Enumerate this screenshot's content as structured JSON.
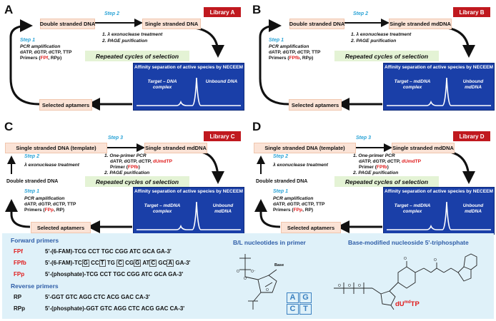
{
  "colors": {
    "library": "#c0191f",
    "step": "#2aa3d6",
    "affinity": "#1a3fa8",
    "box": "#fbe3d6",
    "repeat": "#e4f3d5",
    "bottom": "#dff1f9"
  },
  "panels": {
    "A": {
      "letter": "A",
      "library": "Library A",
      "top_left": "Double stranded DNA",
      "top_right": "Single stranded DNA",
      "step2": "Step 2",
      "step2_l1": "1. λ exonuclease treatment",
      "step2_l2": "2. PAGE purification",
      "step1": "Step 1",
      "s1_l1": "PCR amplification",
      "s1_l2": "dATP, dGTP, dCTP, TTP",
      "s1_l3a": "Primers (",
      "s1_l3b": "FPf",
      ", ": "",
      "s1_l3c": ", RPp)",
      "repeat": "Repeated cycles of selection",
      "aff": "Affinity separation of active species by NECEEM",
      "target": "Target – DNA complex",
      "unbound": "Unbound DNA",
      "selected": "Selected aptamers"
    },
    "B": {
      "letter": "B",
      "library": "Library B",
      "top_left": "Double stranded DNA",
      "top_right": "Single stranded mdDNA",
      "step2": "Step 2",
      "step2_l1": "1. λ exonuclease treatment",
      "step2_l2": "2. PAGE purification",
      "step1": "Step 1",
      "s1_l1": "PCR amplification",
      "s1_l2": "dATP, dGTP, dCTP, TTP",
      "s1_l3a": "Primers (",
      "s1_l3b": "FPfb",
      "s1_l3c": ", RPp)",
      "repeat": "Repeated cycles of selection",
      "aff": "Affinity separation of active species by NECEEM",
      "target": "Target – mdDNA complex",
      "unbound": "Unbound mdDNA",
      "selected": "Selected aptamers"
    },
    "C": {
      "letter": "C",
      "library": "Library C",
      "top_left": "Single stranded DNA (template)",
      "top_right": "Single stranded mdDNA",
      "step3": "Step 3",
      "s3_l1": "1. One-primer PCR",
      "s3_l2a": "dATP, dGTP, dCTP, ",
      "s3_l2b": "dUmdTP",
      "s3_l3a": "Primer (",
      "s3_l3b": "FPfb",
      "s3_l3c": ")",
      "s3_l4": "2. PAGE purification",
      "step2": "Step 2",
      "step2_l1": "λ exonuclease treatment",
      "dsdna": "Double stranded DNA",
      "step1": "Step 1",
      "s1_l1": "PCR amplification",
      "s1_l2": "dATP, dGTP, dCTP, TTP",
      "s1_l3a": "Primers (",
      "s1_l3b": "FPp",
      "s1_l3c": ", RP)",
      "repeat": "Repeated cycles of selection",
      "aff": "Affinity separation of active species by NECEEM",
      "target": "Target – mdDNA complex",
      "unbound": "Unbound mdDNA",
      "selected": "Selected aptamers"
    },
    "D": {
      "letter": "D",
      "library": "Library D",
      "top_left": "Single stranded DNA (template)",
      "top_right": "Single stranded mdDNA",
      "step3": "Step 3",
      "s3_l1": "1. One-primer PCR",
      "s3_l2a": "dATP, dGTP, dCTP, ",
      "s3_l2b": "dUmdTP",
      "s3_l3a": "Primer (",
      "s3_l3b": "FPfb",
      "s3_l3c": ")",
      "s3_l4": "2. PAGE purification",
      "step2": "Step 2",
      "step2_l1": "λ exonuclease treatment",
      "dsdna": "Double stranded DNA",
      "step1": "Step 1",
      "s1_l1": "PCR amplification",
      "s1_l2": "dATP, dGTP, dCTP, TTP",
      "s1_l3a": "Primers (",
      "s1_l3b": "FPp",
      "s1_l3c": ", RP)",
      "repeat": "Repeated cycles of selection",
      "aff": "Affinity separation of active species by NECEEM",
      "target": "Target – mdDNA complex",
      "unbound": "Unbound mdDNA",
      "selected": "Selected aptamers"
    }
  },
  "bottom": {
    "fwd_title": "Forward primers",
    "fpf": "FPf",
    "fpf_seq": "5'-(6-FAM)-TCG CCT TGC CGG ATC GCA GA-3'",
    "fpfb": "FPfb",
    "fpfb_a": "5'-(6-FAM)-TC",
    "fpfb_b": "G",
    "fpfb_c": " CC",
    "fpfb_d": "T",
    "fpfb_e": " TG ",
    "fpfb_f": "C",
    "fpfb_g": " CG",
    "fpfb_h": "G",
    "fpfb_i": " AT",
    "fpfb_j": "C",
    "fpfb_k": " GC",
    "fpfb_l": "A",
    "fpfb_m": " GA-3'",
    "fpp": "FPp",
    "fpp_seq": "5'-(phosphate)-TCG CCT TGC CGG ATC GCA GA-3'",
    "rev_title": "Reverse primers",
    "rp": "RP",
    "rp_seq": "5'-GGT GTC AGG CTC ACG GAC CA-3'",
    "rpp": "RPp",
    "rpp_seq": "5'-(phosphate)-GGT GTC AGG CTC ACG GAC CA-3'",
    "bl_title": "B/L nucleotides in primer",
    "base": "Base",
    "nuc_a": "A",
    "nuc_g": "G",
    "nuc_c": "C",
    "nuc_t": "T",
    "bm_title": "Base-modified nucleoside 5'-triphosphate",
    "dutp": "dU",
    "dutp_sup": "md",
    "dutp_end": "TP"
  }
}
